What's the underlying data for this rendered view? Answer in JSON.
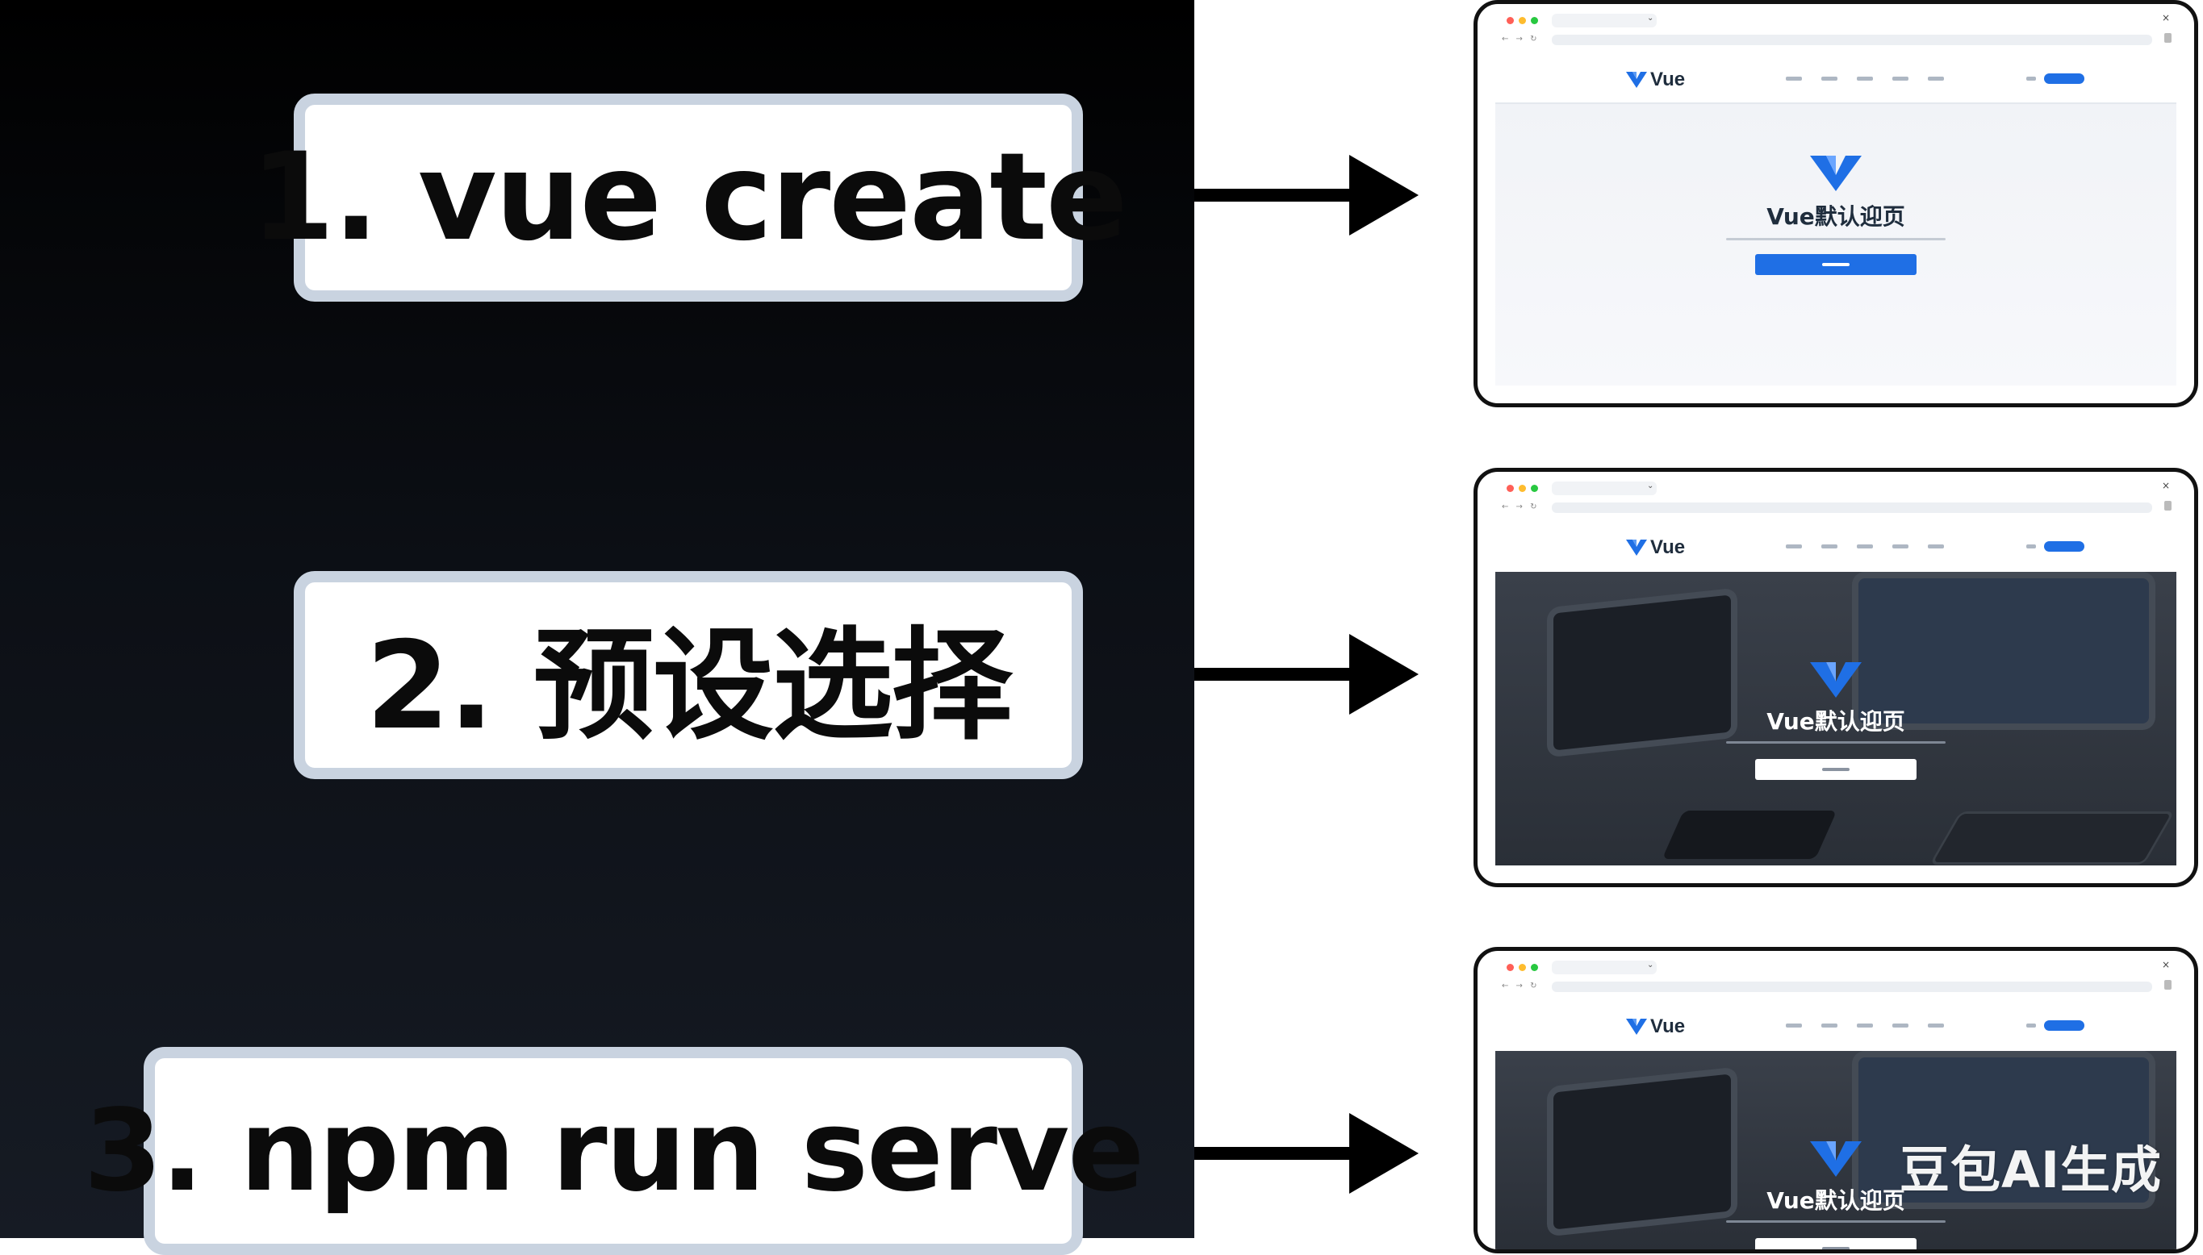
{
  "steps": [
    {
      "label": "1. vue create"
    },
    {
      "label": "2. 预设选择"
    },
    {
      "label": "3. npm run serve"
    }
  ],
  "screenshots": [
    {
      "brand": "Vue",
      "hero_title": "Vue默认迎页",
      "background": "light"
    },
    {
      "brand": "Vue",
      "hero_title": "Vue默认迎页",
      "background": "dark"
    },
    {
      "brand": "Vue",
      "hero_title": "Vue默认迎页",
      "background": "dark"
    }
  ],
  "watermark": "豆包AI生成",
  "colors": {
    "vue_blue": "#1f6fe5",
    "vue_blue_light": "#5b9bf5",
    "box_border": "#c9d3e0",
    "arrow": "#000000"
  }
}
